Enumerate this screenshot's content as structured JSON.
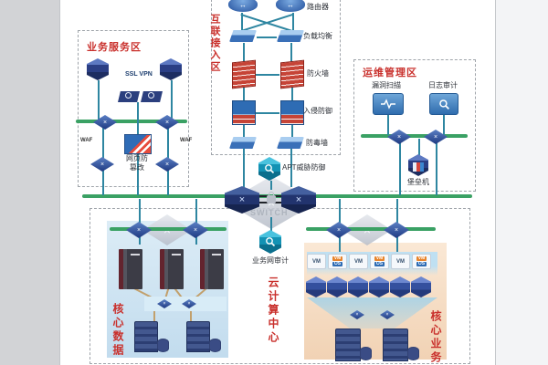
{
  "access_zone": {
    "title": "互联接入区",
    "router_label": "路由器",
    "lb_label": "负载均衡",
    "firewall_label": "防火墙",
    "ips_label": "入侵防御",
    "av_label": "防毒墙",
    "apt_label": "APT威胁防御"
  },
  "service_zone": {
    "title": "业务服务区",
    "ssl_vpn_label": "SSL VPN",
    "waf_label": "WAF",
    "tamper_label_line1": "网页防",
    "tamper_label_line2": "篡改"
  },
  "ops_zone": {
    "title": "运维管理区",
    "scan_label": "漏洞扫描",
    "log_label": "日志审计",
    "bastion_label": "堡垒机"
  },
  "core": {
    "switch_watermark": "SWITCH",
    "audit_label": "业务网审计"
  },
  "bottom": {
    "cloud_title": "云计算中心",
    "data_title": "核心数据",
    "biz_title": "核心业务"
  },
  "vm": {
    "white_label": "VM",
    "alt_top_label": "VM",
    "alt_bottom_label": "OS"
  },
  "palette": {
    "bus_green": "#3aa164",
    "link_teal": "#2e86a1",
    "zone_red": "#c9302c",
    "device_navy": "#24376f",
    "panel_blue": "#cfe3f1",
    "panel_orange": "#f6ddc2",
    "san_tan": "#c2a06c"
  }
}
